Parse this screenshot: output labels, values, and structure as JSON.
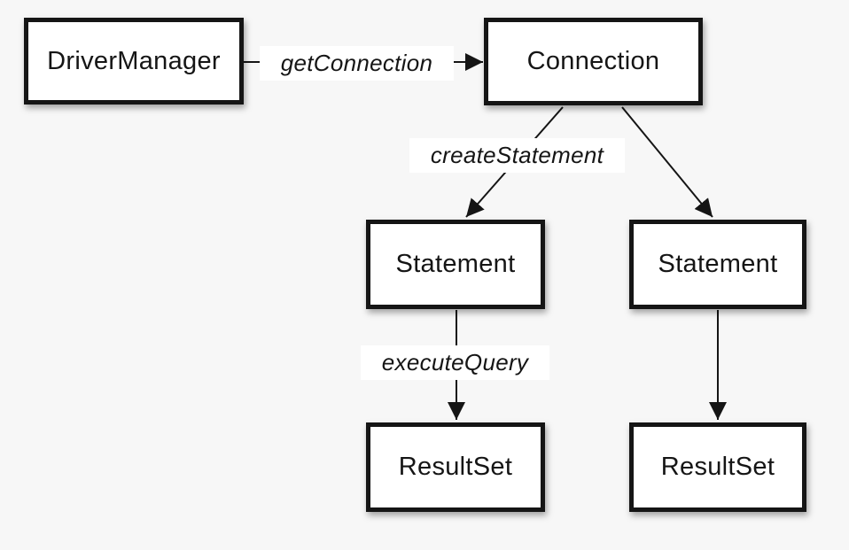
{
  "diagram": {
    "nodes": [
      {
        "id": "driver-manager",
        "label": "DriverManager"
      },
      {
        "id": "connection",
        "label": "Connection"
      },
      {
        "id": "statement-left",
        "label": "Statement"
      },
      {
        "id": "statement-right",
        "label": "Statement"
      },
      {
        "id": "resultset-left",
        "label": "ResultSet"
      },
      {
        "id": "resultset-right",
        "label": "ResultSet"
      }
    ],
    "edge_labels": [
      {
        "id": "get-connection",
        "label": "getConnection"
      },
      {
        "id": "create-statement",
        "label": "createStatement"
      },
      {
        "id": "execute-query",
        "label": "executeQuery"
      }
    ],
    "edges": [
      {
        "from": "driver-manager",
        "to": "connection",
        "label": "getConnection"
      },
      {
        "from": "connection",
        "to": "statement-left",
        "label": "createStatement"
      },
      {
        "from": "connection",
        "to": "statement-right",
        "label": ""
      },
      {
        "from": "statement-left",
        "to": "resultset-left",
        "label": "executeQuery"
      },
      {
        "from": "statement-right",
        "to": "resultset-right",
        "label": ""
      }
    ],
    "colors": {
      "background": "#f7f7f7",
      "node_fill": "#ffffff",
      "node_border": "#151515",
      "text": "#151515",
      "edge_label_background": "#ffffff",
      "arrow": "#151515"
    }
  }
}
